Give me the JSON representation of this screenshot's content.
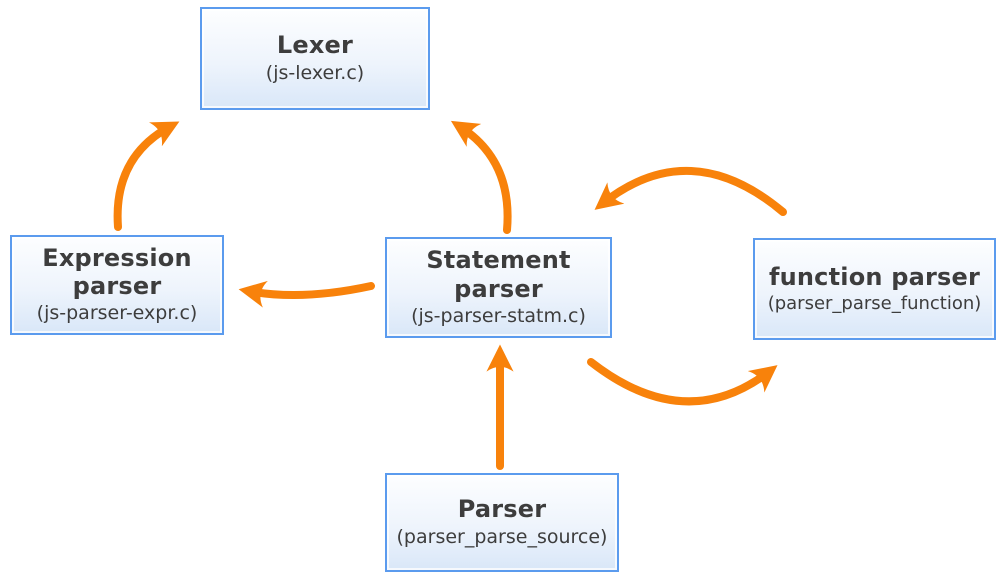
{
  "diagram": {
    "background_color": "#ffffff",
    "arrow_color": "#f8820b",
    "node_border_color": "#5b9bee",
    "node_fill_top": "#fdfeff",
    "node_fill_bottom": "#d9e7f8",
    "text_color": "#3d3d3d",
    "nodes": [
      {
        "id": "lexer",
        "title": "Lexer",
        "subtitle": "(js-lexer.c)"
      },
      {
        "id": "expression-parser",
        "title": "Expression\nparser",
        "subtitle": "(js-parser-expr.c)"
      },
      {
        "id": "statement-parser",
        "title": "Statement\nparser",
        "subtitle": "(js-parser-statm.c)"
      },
      {
        "id": "function-parser",
        "title": "function parser",
        "subtitle": "(parser_parse_function)"
      },
      {
        "id": "parser",
        "title": "Parser",
        "subtitle": "(parser_parse_source)"
      }
    ],
    "edges": [
      {
        "from": "expression-parser",
        "to": "lexer"
      },
      {
        "from": "statement-parser",
        "to": "lexer"
      },
      {
        "from": "statement-parser",
        "to": "expression-parser"
      },
      {
        "from": "function-parser",
        "to": "statement-parser"
      },
      {
        "from": "statement-parser",
        "to": "function-parser"
      },
      {
        "from": "parser",
        "to": "statement-parser"
      }
    ]
  }
}
